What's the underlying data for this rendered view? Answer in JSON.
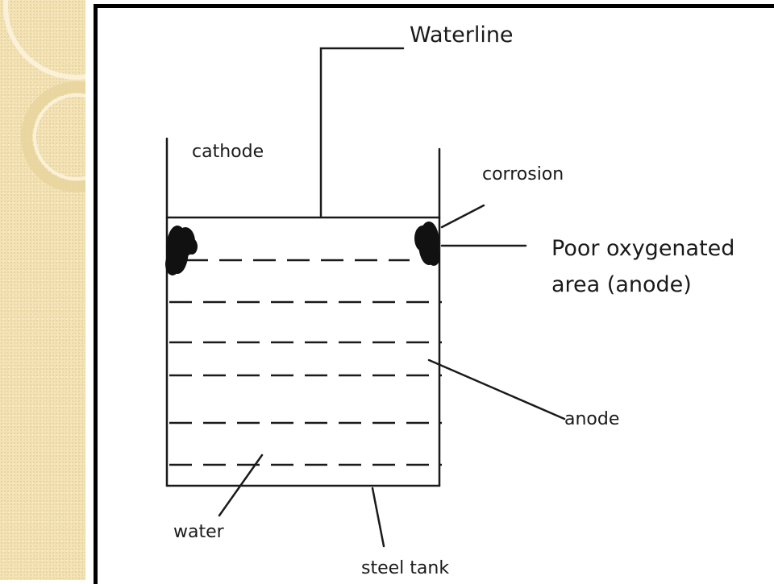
{
  "diagram": {
    "labels": {
      "waterline": "Waterline",
      "cathode": "cathode",
      "corrosion": "corrosion",
      "poor_oxygen_line1": "Poor oxygenated",
      "poor_oxygen_line2": "area (anode)",
      "anode": "anode",
      "water": "water",
      "steel_tank": "steel tank"
    },
    "colors": {
      "ink": "#1a1a1a",
      "panel": "#f3e2b4",
      "frame": "#000000"
    }
  }
}
